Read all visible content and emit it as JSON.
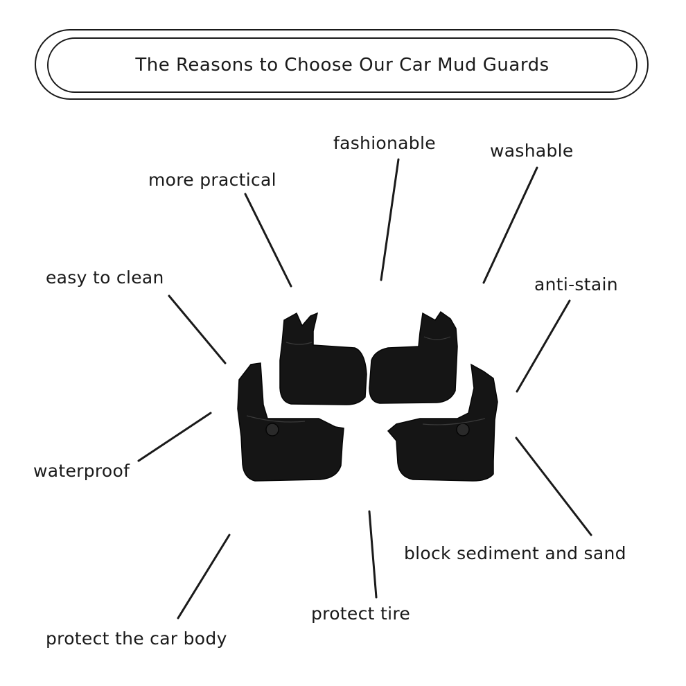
{
  "title": "The Reasons to Choose Our Car Mud Guards",
  "features": {
    "fashionable": "fashionable",
    "washable": "washable",
    "more_practical": "more practical",
    "easy_to_clean": "easy to clean",
    "anti_stain": "anti-stain",
    "waterproof": "waterproof",
    "block_sediment": "block sediment and sand",
    "protect_tire": "protect tire",
    "protect_car_body": "protect the car body"
  },
  "colors": {
    "text": "#1a1a1a",
    "mudguard": "#151515",
    "background": "#ffffff"
  }
}
